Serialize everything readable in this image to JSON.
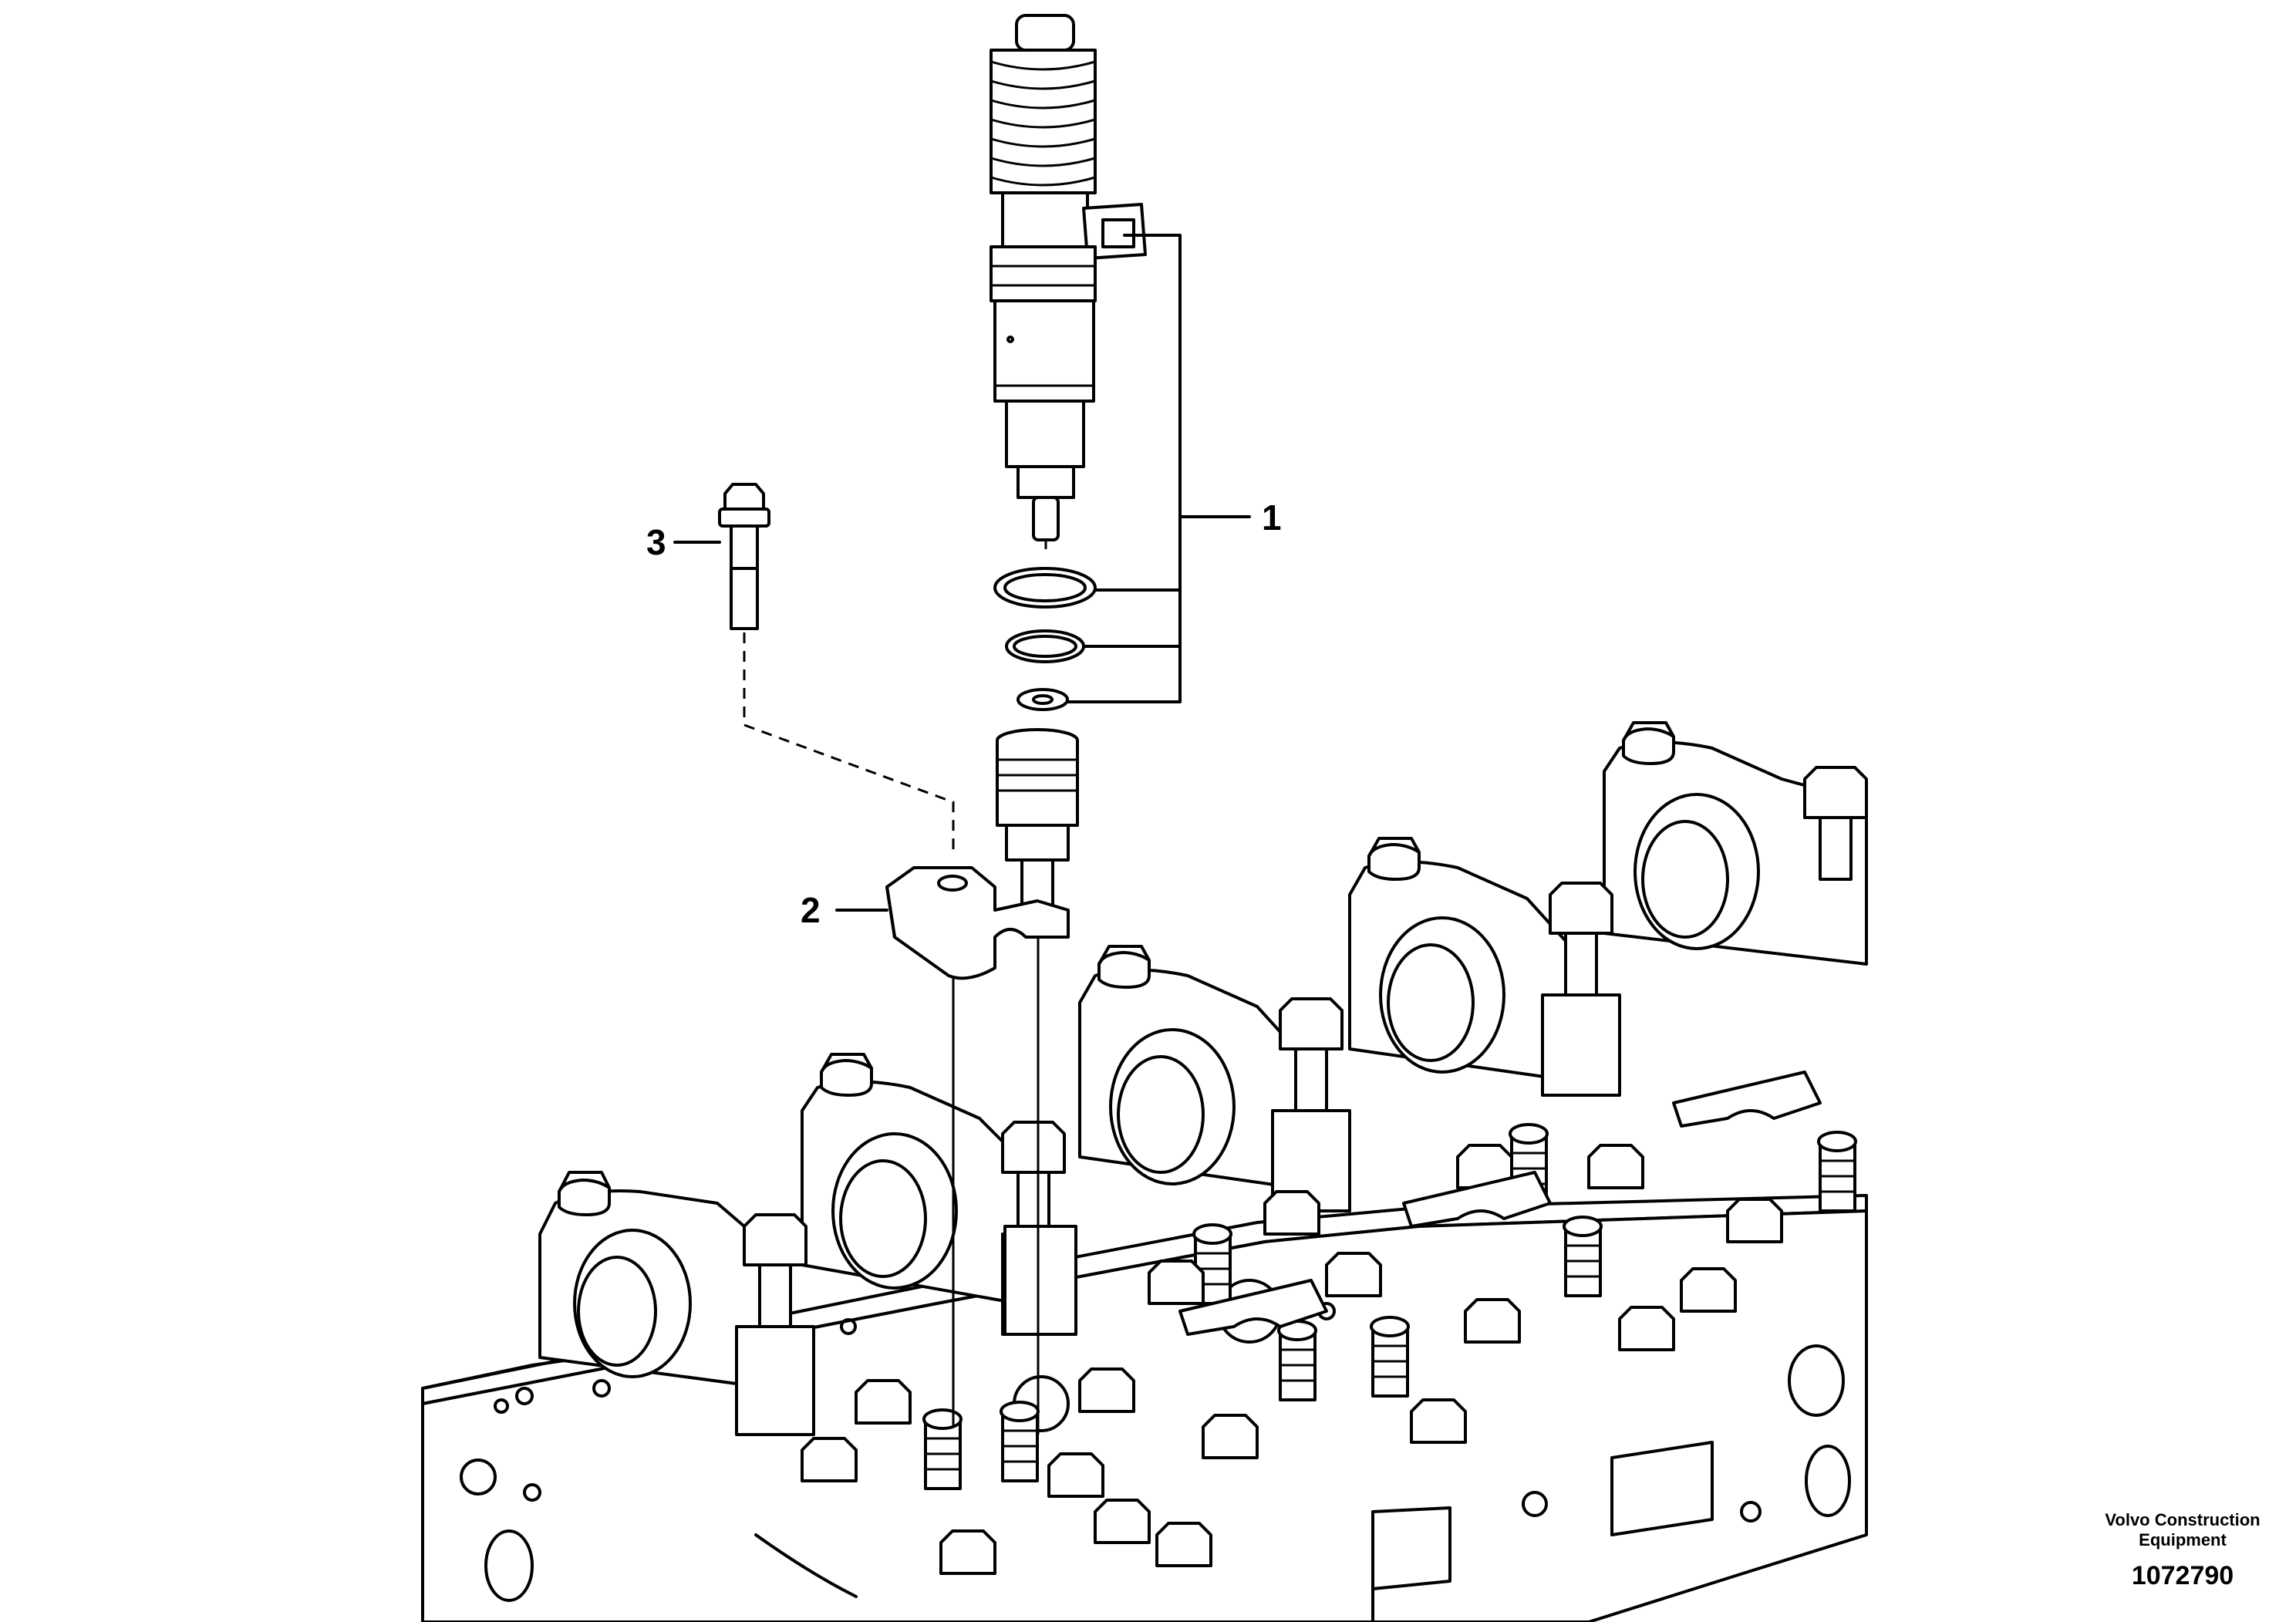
{
  "diagram": {
    "callouts": [
      {
        "id": "injector-unit",
        "label": "1"
      },
      {
        "id": "clamp",
        "label": "2"
      },
      {
        "id": "flange-screw",
        "label": "3"
      }
    ],
    "footer": {
      "brand": "Volvo Construction Equipment",
      "document_number": "1072790"
    }
  }
}
